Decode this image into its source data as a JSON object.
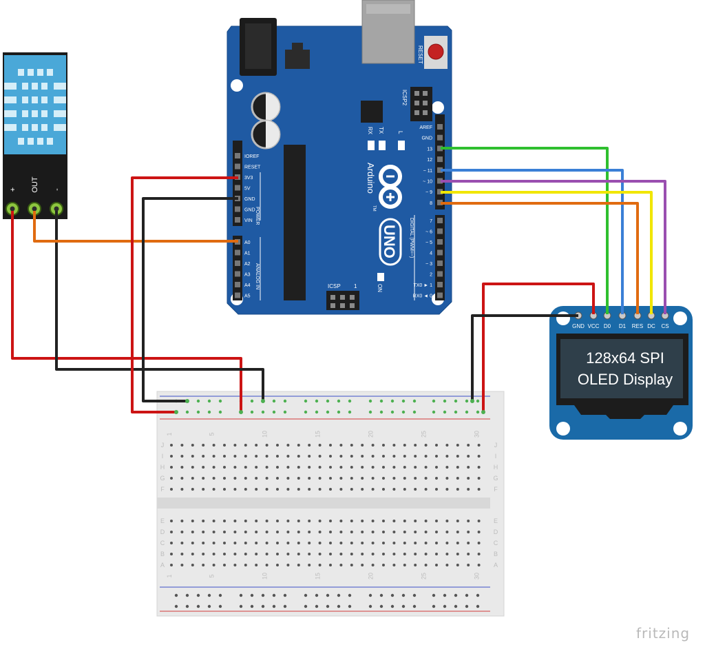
{
  "sensor": {
    "pins": [
      "+",
      "OUT",
      "-"
    ]
  },
  "arduino": {
    "reset": "RESET",
    "icsp2": "ICSP2",
    "led_labels": {
      "tx": "TX",
      "rx": "RX",
      "l": "L",
      "on": "ON"
    },
    "brand": "Arduino",
    "model": "UNO",
    "tm": "TM",
    "icsp": "ICSP",
    "icsp_one": "1",
    "power_header": [
      "IOREF",
      "RESET",
      "3V3",
      "5V",
      "GND",
      "GND",
      "VIN"
    ],
    "power_label": "POWER",
    "analog_header": [
      "A0",
      "A1",
      "A2",
      "A3",
      "A4",
      "A5"
    ],
    "analog_label": "ANALOG IN",
    "digital_top": [
      "AREF",
      "GND",
      "13",
      "12",
      "~ 11",
      "~ 10",
      "~ 9",
      "8"
    ],
    "digital_bottom": [
      "7",
      "~ 6",
      "~ 5",
      "4",
      "~ 3",
      "2",
      "TX0 ► 1",
      "RX0 ◄ 0"
    ],
    "digital_label": "DIGITAL (PWM=",
    "digital_label_tilde": "~",
    "digital_label_close": ")"
  },
  "oled": {
    "pins": [
      "GND",
      "VCC",
      "D0",
      "D1",
      "RES",
      "DC",
      "CS"
    ],
    "line1": "128x64 SPI",
    "line2": "OLED Display"
  },
  "breadboard": {
    "column_numbers": [
      "1",
      "5",
      "10",
      "15",
      "20",
      "25",
      "30"
    ],
    "rows_top": [
      "J",
      "I",
      "H",
      "G",
      "F"
    ],
    "rows_bottom": [
      "E",
      "D",
      "C",
      "B",
      "A"
    ]
  },
  "wire_colors": {
    "red": "#cc1414",
    "black": "#222222",
    "orange": "#e06b10",
    "green": "#2fbf2f",
    "blue": "#3a7fd6",
    "yellow": "#f1e600",
    "purple": "#9a4fb0"
  },
  "watermark": "fritzing"
}
